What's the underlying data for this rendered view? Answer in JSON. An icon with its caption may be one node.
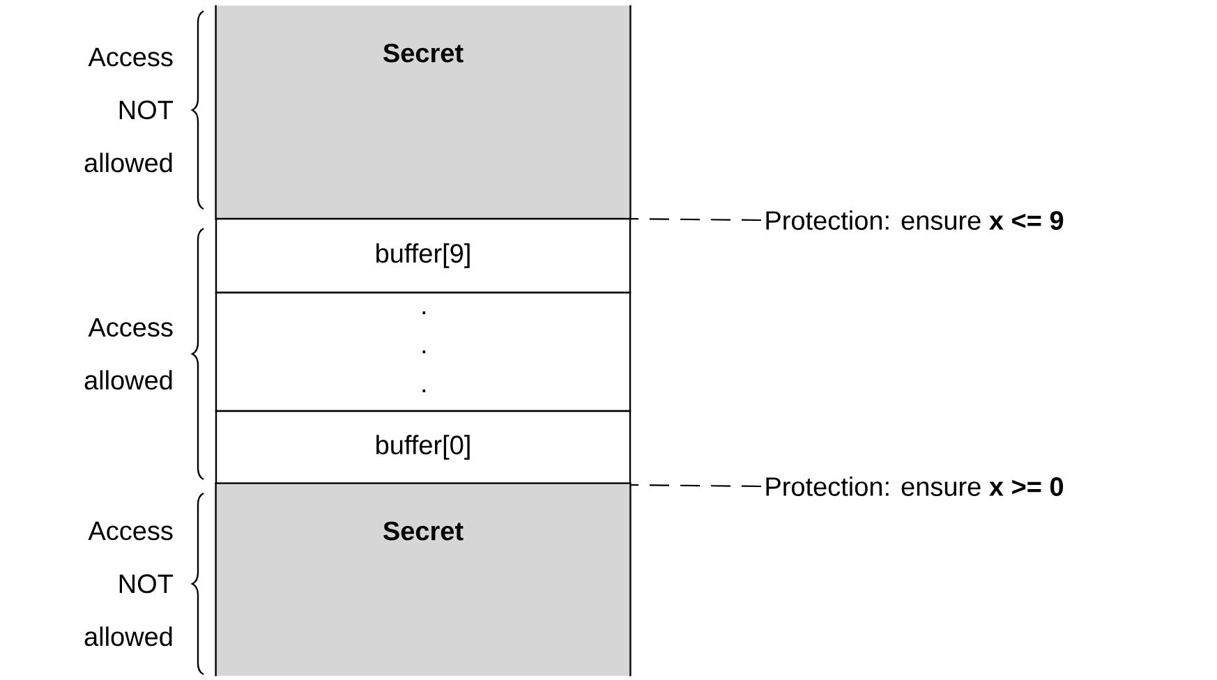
{
  "diagram": {
    "nodes": [
      {
        "text": [
          "Secret"
        ]
      },
      {
        "text": [
          "buffer[9]"
        ]
      },
      {
        "text": [
          ". . ."
        ]
      },
      {
        "text": [
          "buffer[0]"
        ]
      },
      {
        "text": [
          "Secret"
        ]
      },
      {
        "text": [
          "Protection: ensure **x <= 9**"
        ]
      },
      {
        "text": [
          "Protection: ensure **x >= 0**"
        ]
      }
    ],
    "edges": [
      {
        "from": 5,
        "to": 1,
        "arrow": "none",
        "style": "dashed"
      },
      {
        "from": 6,
        "to": 3,
        "arrow": "none",
        "style": "dashed"
      }
    ],
    "labels": [
      "Access NOT allowed",
      "Access allowed",
      "Access NOT allowed"
    ]
  }
}
